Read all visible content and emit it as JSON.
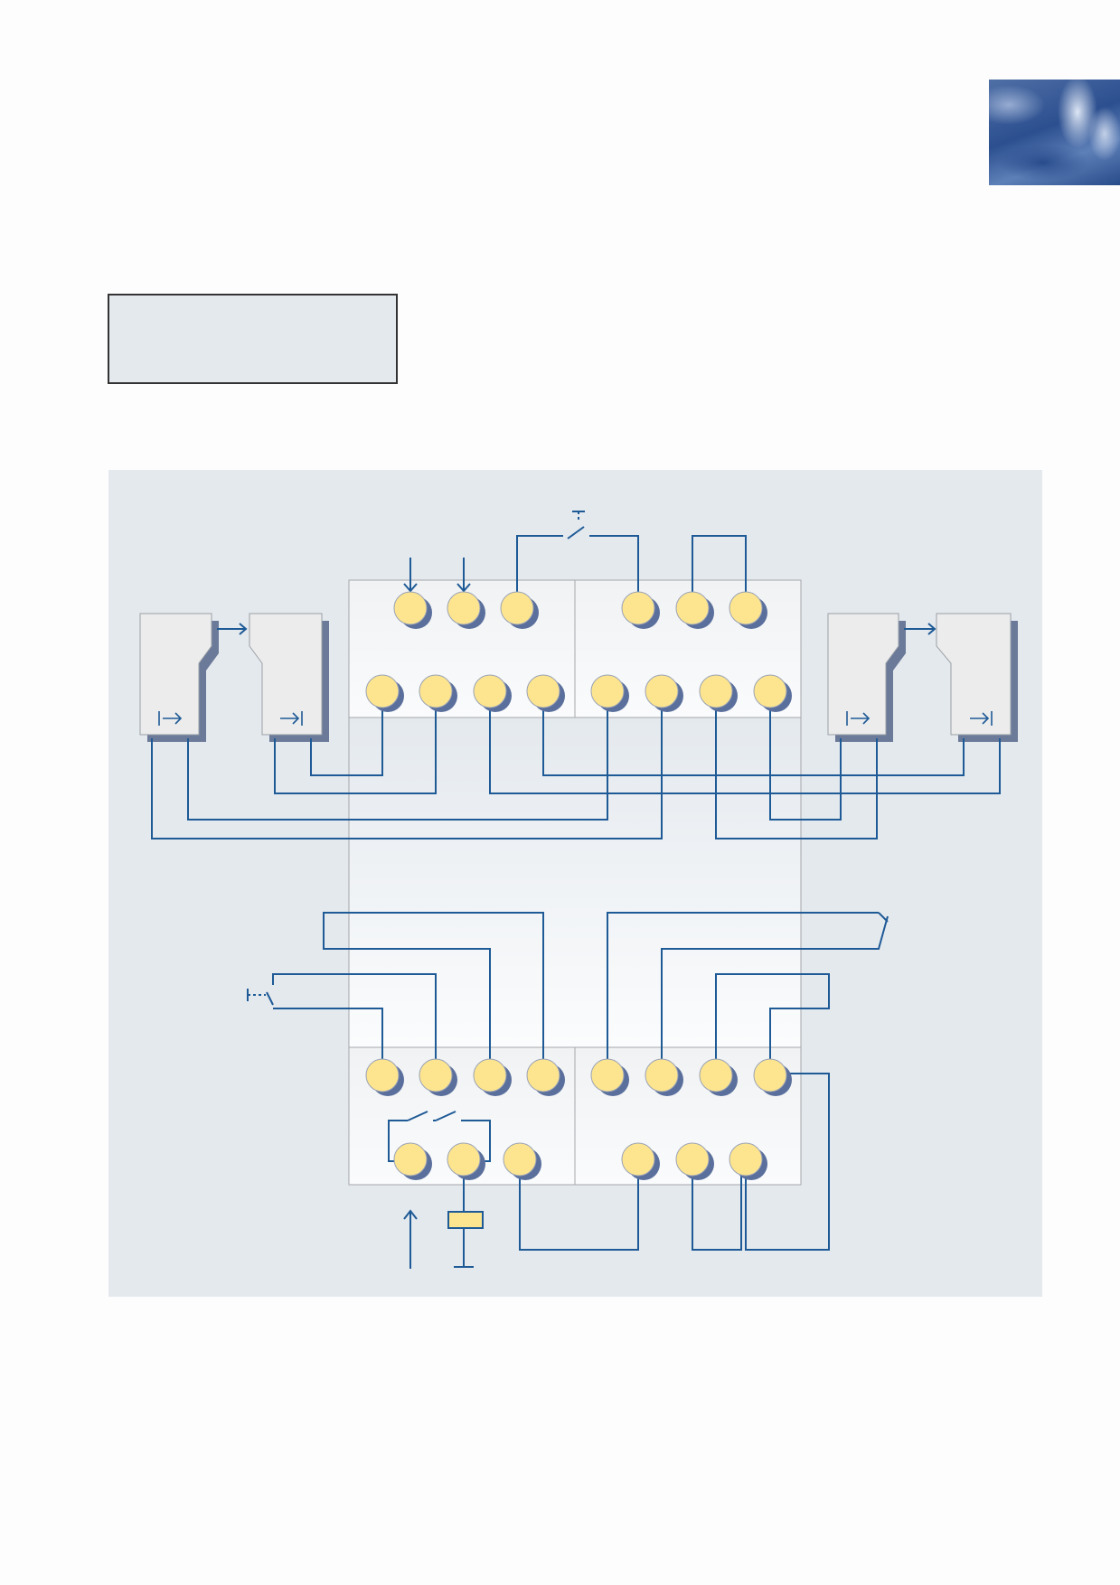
{
  "colors": {
    "wire": "#1e5a96",
    "terminal_fill": "#fde58f",
    "terminal_shadow": "#5a6f9c",
    "panel_background": "#e4e9ee",
    "module_fill": "#f5f6f8",
    "module_border": "#a5a7aa",
    "switch_box_fill": "#ececec"
  },
  "icons": {
    "label_box": "empty-label-box",
    "photo": "blue-abstract-photo-thumbnail",
    "switch_box_left": "start-arrow-glyph",
    "switch_box_right": "end-arrow-glyph",
    "supply_symbols": [
      "input-arrow",
      "ground-symbol",
      "fuse"
    ],
    "contacts": [
      "push-button-nc",
      "push-button-no",
      "limit-switch-nc",
      "series-no-contacts"
    ]
  },
  "diagram": {
    "module_count": 4,
    "terminal_rows": [
      {
        "row": "top-upper",
        "count": 6
      },
      {
        "row": "top-lower",
        "count": 8
      },
      {
        "row": "bottom-upper",
        "count": 8
      },
      {
        "row": "bottom-lower",
        "count": 6
      }
    ],
    "limit_switch_boxes": 4
  }
}
